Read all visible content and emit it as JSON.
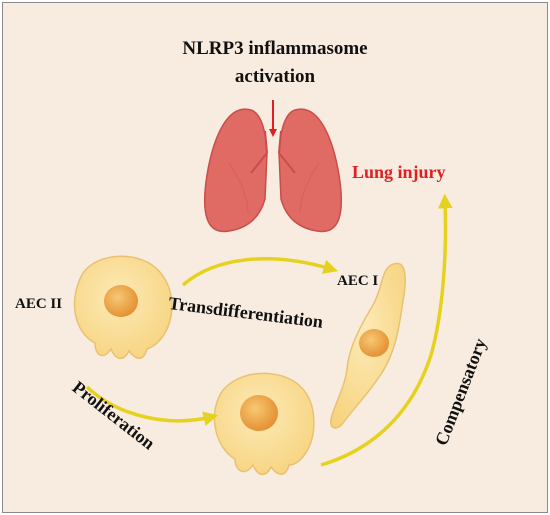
{
  "title": {
    "line1": "NLRP3 inflammasome",
    "line2": "activation"
  },
  "labels": {
    "lung_injury": "Lung injury",
    "aec_ii": "AEC II",
    "aec_i": "AEC I",
    "transdifferentiation": "Transdifferentiation",
    "proliferation": "Proliferation",
    "compensatory": "Compensatory"
  },
  "colors": {
    "background": "#f8ece0",
    "lung": "#e06a64",
    "trigger_arrow": "#e02020",
    "lung_injury_text": "#e02020",
    "flow_arrow": "#e6d21e",
    "cell_body": "#fbdf9a",
    "nucleus": "#f0a845"
  }
}
